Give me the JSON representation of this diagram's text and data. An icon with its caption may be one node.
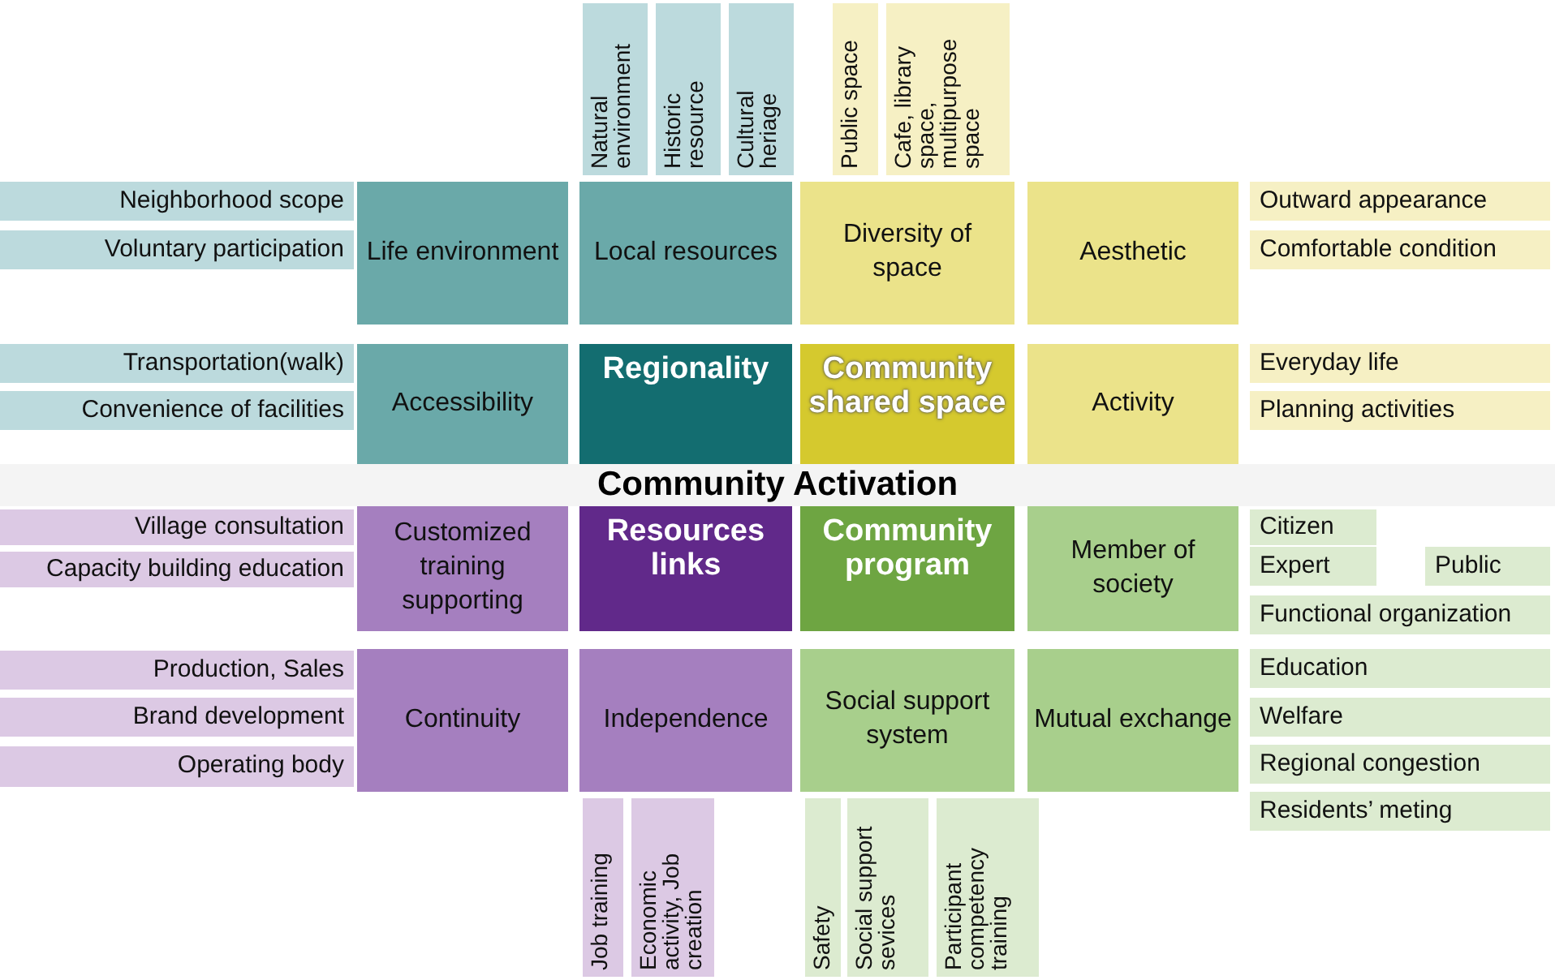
{
  "diagram": {
    "nodes": [
      {
        "text": [
          "Natural environment"
        ]
      },
      {
        "text": [
          "Historic resource"
        ]
      },
      {
        "text": [
          "Cultural heriage"
        ]
      },
      {
        "text": [
          "Public space"
        ]
      },
      {
        "text": [
          "Cafe, library space, multipurpose space"
        ]
      },
      {
        "text": [
          "Neighborhood scope"
        ]
      },
      {
        "text": [
          "Voluntary participation"
        ]
      },
      {
        "text": [
          "Life environment"
        ]
      },
      {
        "text": [
          "Local resources"
        ]
      },
      {
        "text": [
          "Diversity of space"
        ]
      },
      {
        "text": [
          "Aesthetic"
        ]
      },
      {
        "text": [
          "Outward appearance"
        ]
      },
      {
        "text": [
          "Comfortable condition"
        ]
      },
      {
        "text": [
          "Transportation(walk)"
        ]
      },
      {
        "text": [
          "Convenience of facilities"
        ]
      },
      {
        "text": [
          "Accessibility"
        ]
      },
      {
        "text": [
          "Regionality"
        ]
      },
      {
        "text": [
          "Community shared space"
        ]
      },
      {
        "text": [
          "Activity"
        ]
      },
      {
        "text": [
          "Everyday life"
        ]
      },
      {
        "text": [
          "Planning activities"
        ]
      },
      {
        "text": [
          "Community Activation"
        ]
      },
      {
        "text": [
          "Village consultation"
        ]
      },
      {
        "text": [
          "Capacity building education"
        ]
      },
      {
        "text": [
          "Customized training supporting"
        ]
      },
      {
        "text": [
          "Resources links"
        ]
      },
      {
        "text": [
          "Community program"
        ]
      },
      {
        "text": [
          "Member of society"
        ]
      },
      {
        "text": [
          "Citizen"
        ]
      },
      {
        "text": [
          "Expert"
        ]
      },
      {
        "text": [
          "Public"
        ]
      },
      {
        "text": [
          "Functional organization"
        ]
      },
      {
        "text": [
          "Production, Sales"
        ]
      },
      {
        "text": [
          "Brand development"
        ]
      },
      {
        "text": [
          "Operating body"
        ]
      },
      {
        "text": [
          "Continuity"
        ]
      },
      {
        "text": [
          "Independence"
        ]
      },
      {
        "text": [
          "Social support system"
        ]
      },
      {
        "text": [
          "Mutual exchange"
        ]
      },
      {
        "text": [
          "Education"
        ]
      },
      {
        "text": [
          "Welfare"
        ]
      },
      {
        "text": [
          "Regional congestion"
        ]
      },
      {
        "text": [
          "Residents’ meting"
        ]
      },
      {
        "text": [
          "Job training"
        ]
      },
      {
        "text": [
          "Economic activity, Job creation"
        ]
      },
      {
        "text": [
          "Safety"
        ]
      },
      {
        "text": [
          "Social support sevices"
        ]
      },
      {
        "text": [
          "Participant competency training"
        ]
      }
    ]
  }
}
